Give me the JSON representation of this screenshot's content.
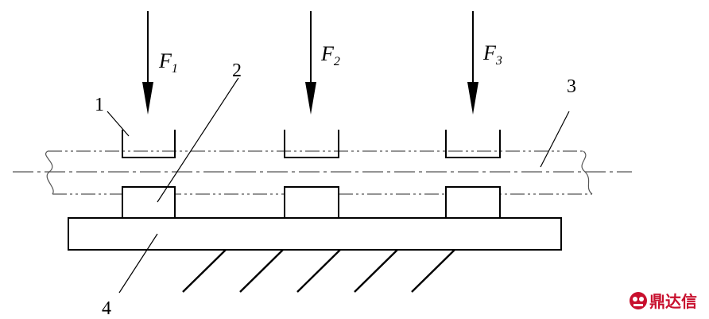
{
  "forces": [
    {
      "symbol": "F",
      "subscript": "1"
    },
    {
      "symbol": "F",
      "subscript": "2"
    },
    {
      "symbol": "F",
      "subscript": "3"
    }
  ],
  "part_labels": [
    "1",
    "2",
    "3",
    "4"
  ],
  "watermark": {
    "text": "鼎达信",
    "color": "#c8102e"
  }
}
